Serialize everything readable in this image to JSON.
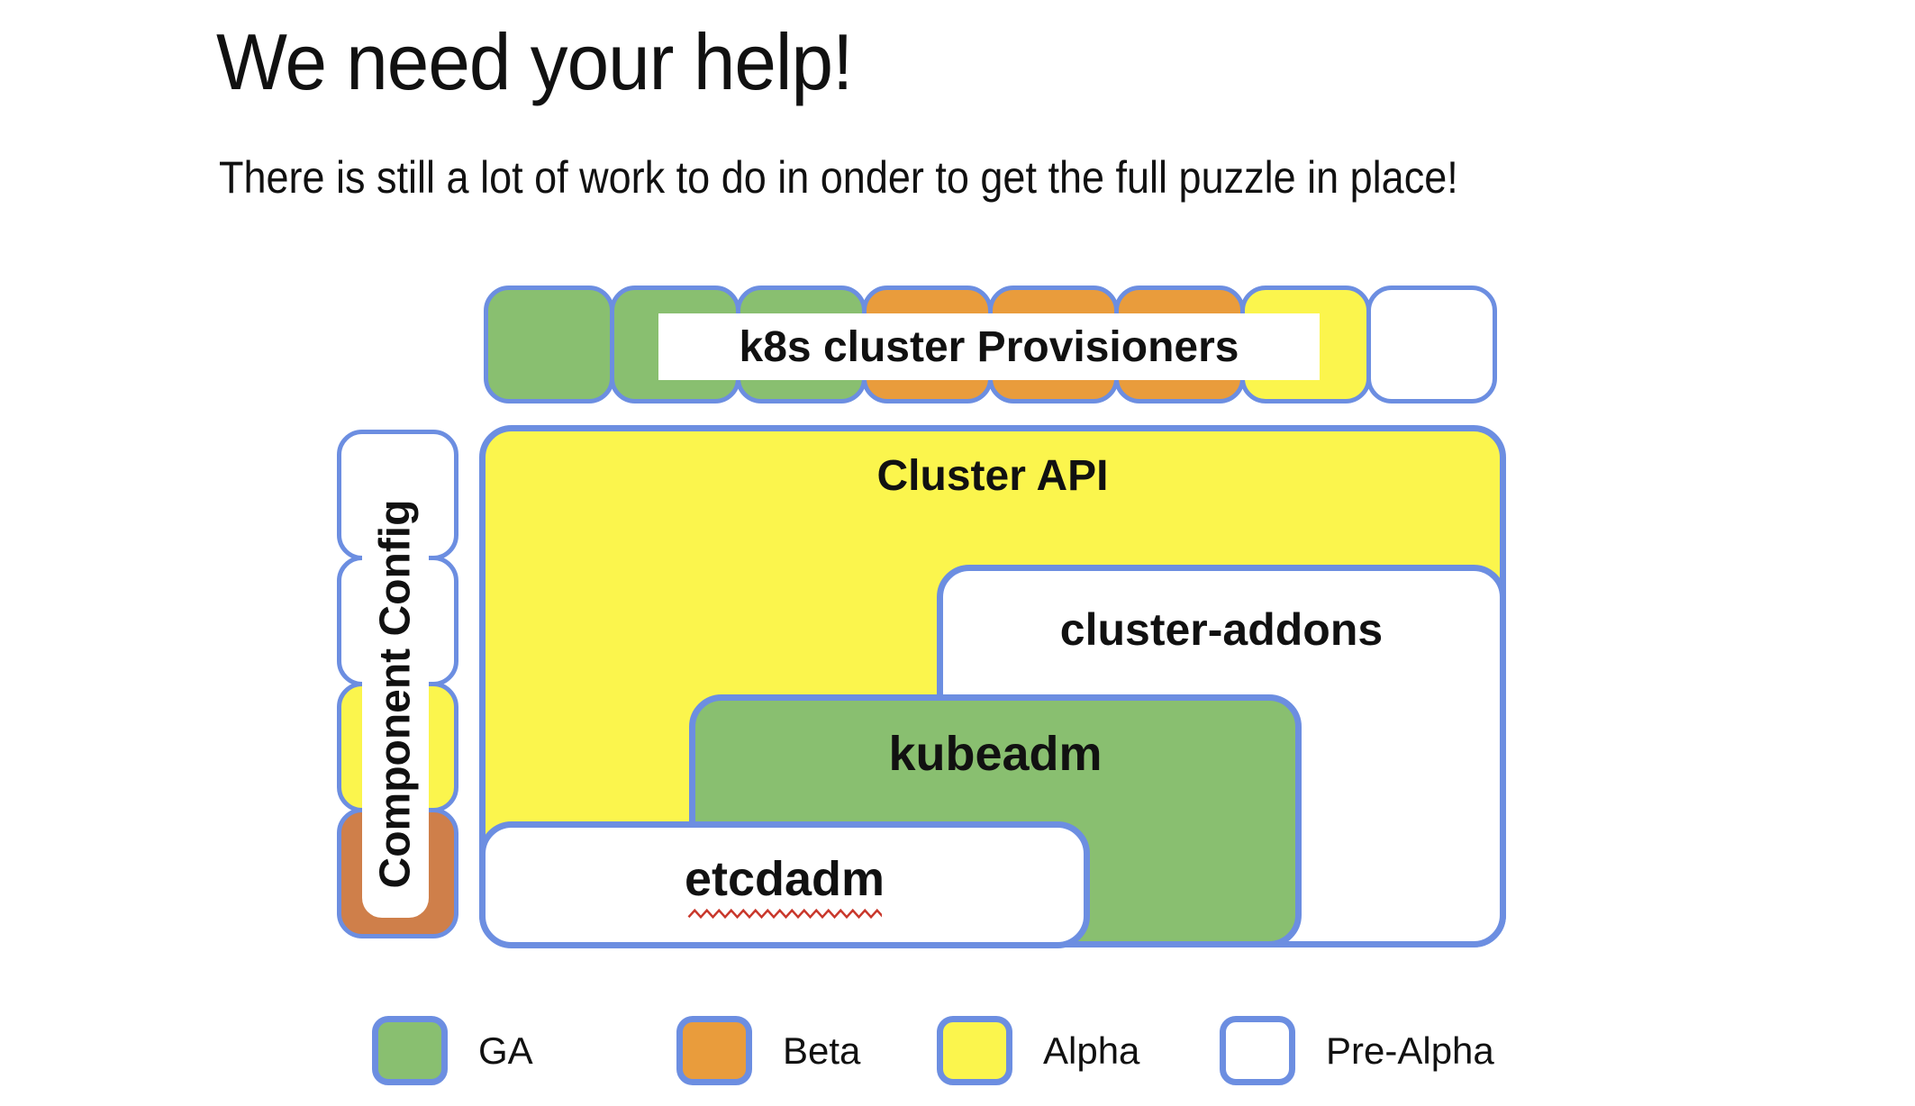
{
  "title": "We need your help!",
  "subtitle": "There is still a lot of work to do in onder to get the full puzzle in place!",
  "status_colors": {
    "ga": "#89BF70",
    "beta": "#E99C3C",
    "beta_dark": "#CF7F4A",
    "alpha": "#FBF54D",
    "pre_alpha": "#FFFFFF",
    "border": "#6C8EE1"
  },
  "provisioners_row": {
    "label": "k8s cluster Provisioners",
    "pieces": [
      "ga",
      "ga",
      "ga",
      "beta",
      "beta",
      "beta",
      "alpha",
      "pre-alpha"
    ]
  },
  "component_config": {
    "label": "Component Config",
    "pieces": [
      "pre-alpha",
      "pre-alpha",
      "alpha",
      "beta"
    ]
  },
  "boxes": {
    "cluster_api": {
      "label": "Cluster API",
      "status": "alpha"
    },
    "cluster_addons": {
      "label": "cluster-addons",
      "status": "pre-alpha"
    },
    "kubeadm": {
      "label": "kubeadm",
      "status": "ga"
    },
    "etcdadm": {
      "label": "etcdadm",
      "status": "pre-alpha",
      "spellcheck_underline": true
    }
  },
  "legend": [
    {
      "label": "GA",
      "status": "ga"
    },
    {
      "label": "Beta",
      "status": "beta"
    },
    {
      "label": "Alpha",
      "status": "alpha"
    },
    {
      "label": "Pre-Alpha",
      "status": "pre-alpha"
    }
  ]
}
